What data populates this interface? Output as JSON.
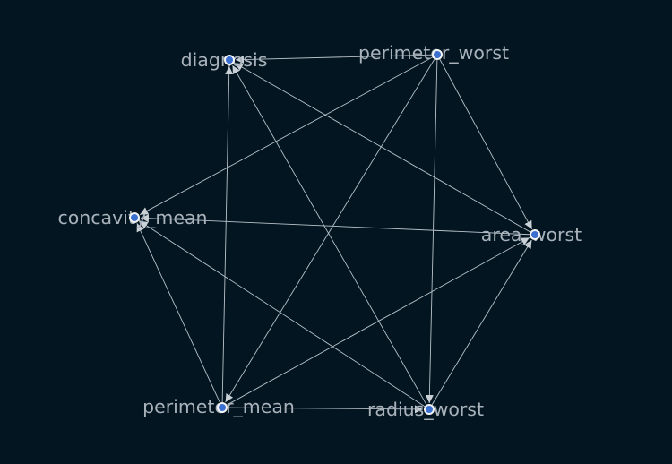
{
  "graph": {
    "background": "#021521",
    "edge_color": "#b9c2c9",
    "node_fill": "#3b6fd0",
    "label_color": "#a9b2ba",
    "directed": true,
    "nodes": [
      {
        "id": "diagnosis",
        "label": "diagnosis"
      },
      {
        "id": "perimeter_worst",
        "label": "perimeter_worst"
      },
      {
        "id": "concavity_mean",
        "label": "concavity_mean"
      },
      {
        "id": "area_worst",
        "label": "area_worst"
      },
      {
        "id": "perimeter_mean",
        "label": "perimeter_mean"
      },
      {
        "id": "radius_worst",
        "label": "radius_worst"
      }
    ],
    "edges": [
      {
        "from": "perimeter_worst",
        "to": "diagnosis"
      },
      {
        "from": "perimeter_worst",
        "to": "concavity_mean"
      },
      {
        "from": "perimeter_worst",
        "to": "area_worst"
      },
      {
        "from": "perimeter_worst",
        "to": "perimeter_mean"
      },
      {
        "from": "perimeter_worst",
        "to": "radius_worst"
      },
      {
        "from": "area_worst",
        "to": "diagnosis"
      },
      {
        "from": "radius_worst",
        "to": "diagnosis"
      },
      {
        "from": "perimeter_mean",
        "to": "diagnosis"
      },
      {
        "from": "area_worst",
        "to": "concavity_mean"
      },
      {
        "from": "perimeter_mean",
        "to": "concavity_mean"
      },
      {
        "from": "radius_worst",
        "to": "concavity_mean"
      },
      {
        "from": "perimeter_mean",
        "to": "area_worst"
      },
      {
        "from": "radius_worst",
        "to": "area_worst"
      },
      {
        "from": "perimeter_mean",
        "to": "radius_worst"
      }
    ]
  }
}
